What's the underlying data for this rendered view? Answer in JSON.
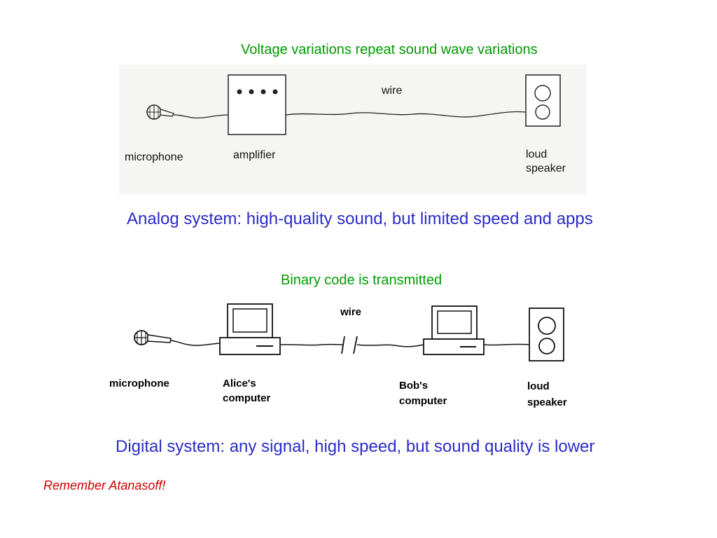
{
  "analog": {
    "caption": "Voltage variations repeat sound wave variations",
    "labels": {
      "wire": "wire",
      "microphone": "microphone",
      "amplifier": "amplifier",
      "speaker_line1": "loud",
      "speaker_line2": "speaker"
    },
    "summary": "Analog system: high-quality sound, but limited speed and apps"
  },
  "digital": {
    "caption": "Binary code is transmitted",
    "labels": {
      "wire": "wire",
      "microphone": "microphone",
      "alice_line1": "Alice's",
      "alice_line2": "computer",
      "bob_line1": "Bob's",
      "bob_line2": "computer",
      "speaker_line1": "loud",
      "speaker_line2": "speaker"
    },
    "summary": "Digital system: any signal, high speed, but sound quality is lower"
  },
  "reminder": "Remember Atanasoff!",
  "colors": {
    "caption_green": "#009a00",
    "summary_blue": "#2b2bc8",
    "reminder_red": "#d00000"
  }
}
